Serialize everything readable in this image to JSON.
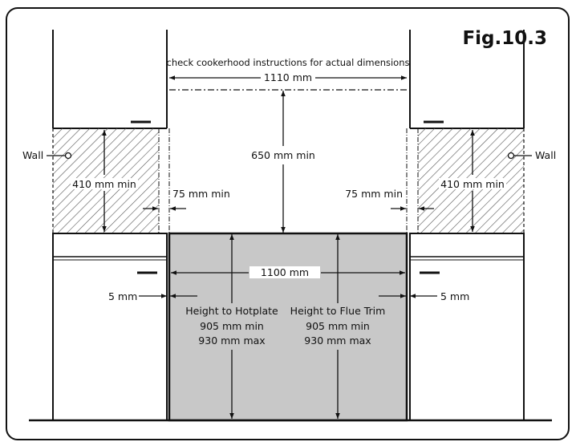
{
  "figure": {
    "title": "Fig.10.3",
    "colors": {
      "appliance_fill": "#c8c8c8",
      "hatch": "#555555",
      "line": "#111111"
    },
    "labels": {
      "cookerhood_note": "check cookerhood instructions for actual dimensions",
      "hood_width": "1110 mm",
      "hood_clearance": "650 mm min",
      "wall_left": "Wall",
      "wall_right": "Wall",
      "wall_height_left": "410 mm min",
      "wall_height_right": "410 mm min",
      "side_clear_left": "75 mm min",
      "side_clear_right": "75 mm min",
      "cooker_width": "1100 mm",
      "gap_left": "5 mm",
      "gap_right": "5 mm",
      "hotplate_title": "Height to Hotplate",
      "hotplate_min": "905 mm min",
      "hotplate_max": "930 mm max",
      "flue_title": "Height to Flue Trim",
      "flue_min": "905 mm min",
      "flue_max": "930 mm max"
    }
  }
}
